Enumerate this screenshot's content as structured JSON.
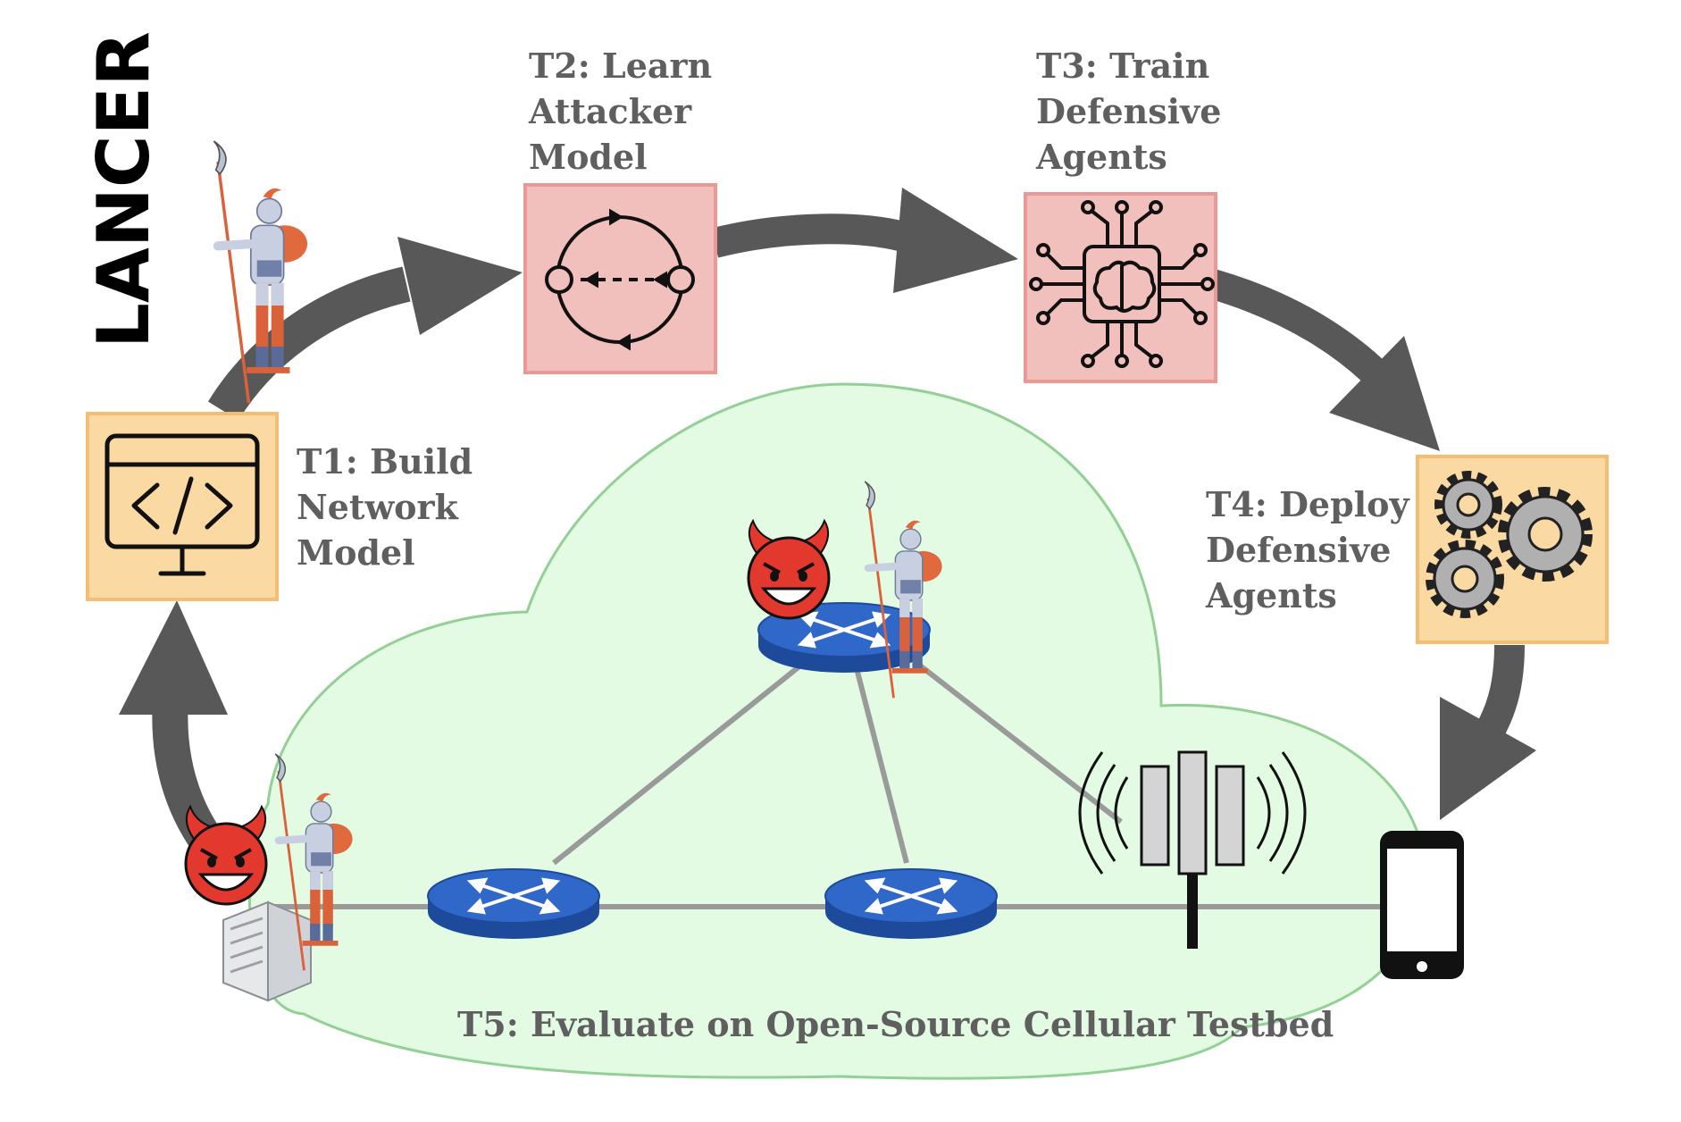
{
  "title": "LANCER",
  "tasks": {
    "t1": [
      "T1: Build",
      "Network",
      "Model"
    ],
    "t2": [
      "T2: Learn",
      "Attacker",
      "Model"
    ],
    "t3": [
      "T3: Train",
      "Defensive",
      "Agents"
    ],
    "t4": [
      "T4: Deploy",
      "Defensive",
      "Agents"
    ],
    "t5": "T5: Evaluate on Open-Source Cellular Testbed"
  },
  "colors": {
    "orange_box_fill": "#fad9a2",
    "orange_box_stroke": "#f5bd72",
    "red_box_fill": "#f2c0bc",
    "red_box_stroke": "#ea9994",
    "cloud_fill": "#e2fbe2",
    "cloud_stroke": "#93d095",
    "arrow": "#585858",
    "link": "#9a9a9a",
    "router": "#2d65c3",
    "devil": "#e2382e",
    "label_gray": "#5f5f5f"
  },
  "icons": {
    "t1": "code-monitor-icon",
    "t2": "attack-graph-icon",
    "t3": "ai-chip-icon",
    "t4": "gears-icon",
    "phone": "smartphone-icon",
    "tower": "cell-tower-icon",
    "server": "server-icon",
    "router": "router-icon",
    "devil": "devil-face-icon",
    "knight": "knight-lancer-icon"
  }
}
